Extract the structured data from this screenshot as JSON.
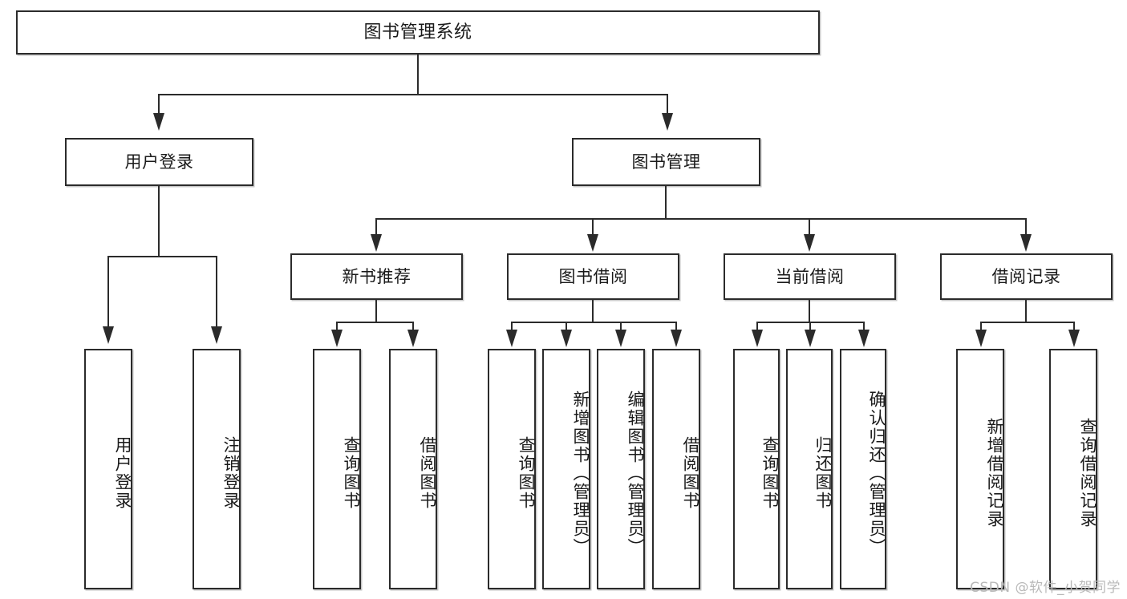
{
  "diagram": {
    "title": "图书管理系统",
    "watermark": "CSDN @软件_小贺同学",
    "levels": {
      "root": "图书管理系统",
      "level2": [
        "用户登录",
        "图书管理"
      ],
      "level3": [
        "新书推荐",
        "图书借阅",
        "当前借阅",
        "借阅记录"
      ]
    },
    "nodes": {
      "root": {
        "label": "图书管理系统"
      },
      "user_login": {
        "label": "用户登录"
      },
      "book_manage": {
        "label": "图书管理"
      },
      "new_book_rec": {
        "label": "新书推荐"
      },
      "book_borrow": {
        "label": "图书借阅"
      },
      "current_borrow": {
        "label": "当前借阅"
      },
      "borrow_record": {
        "label": "借阅记录"
      }
    },
    "leaves": {
      "user_login": [
        {
          "label": "用户登录"
        },
        {
          "label": "注销登录"
        }
      ],
      "new_book_rec": [
        {
          "label": "查询图书"
        },
        {
          "label": "借阅图书"
        }
      ],
      "book_borrow": [
        {
          "label": "查询图书"
        },
        {
          "label": "新增图书（管理员）"
        },
        {
          "label": "编辑图书（管理员）"
        },
        {
          "label": "借阅图书"
        }
      ],
      "current_borrow": [
        {
          "label": "查询图书"
        },
        {
          "label": "归还图书"
        },
        {
          "label": "确认归还（管理员）"
        }
      ],
      "borrow_record": [
        {
          "label": "新增借阅记录"
        },
        {
          "label": "查询借阅记录"
        }
      ]
    },
    "colors": {
      "line": "#2b2b2b",
      "box_fill": "#ffffff",
      "text": "#1a1a1a",
      "watermark": "#b9b9b9"
    }
  }
}
